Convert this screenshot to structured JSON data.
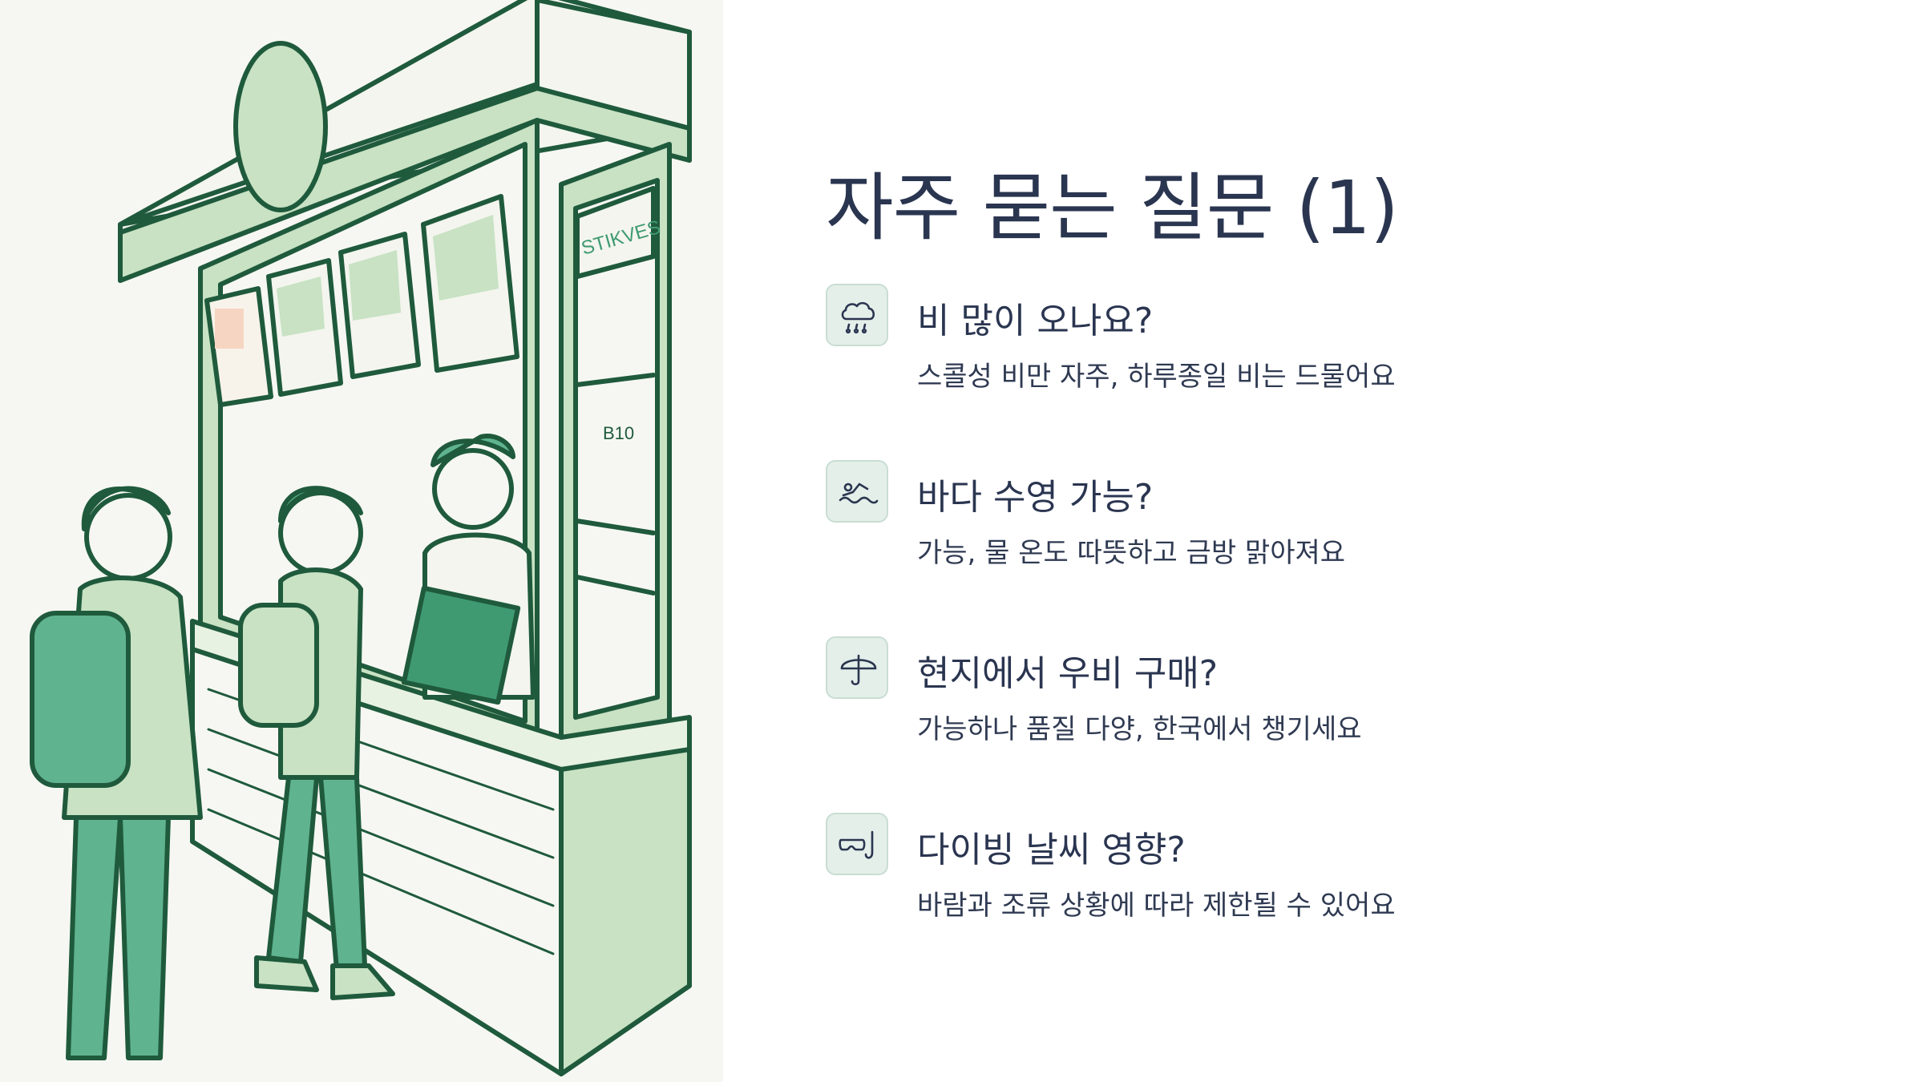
{
  "slide": {
    "title": "자주 묻는 질문 (1)"
  },
  "illustration": {
    "sign_text": "STIKVES",
    "board_text": "B10"
  },
  "faq": [
    {
      "icon": "rain-cloud-icon",
      "question": "비 많이 오나요?",
      "answer": "스콜성 비만 자주, 하루종일 비는 드물어요"
    },
    {
      "icon": "swimming-icon",
      "question": "바다 수영 가능?",
      "answer": "가능, 물 온도 따뜻하고 금방 맑아져요"
    },
    {
      "icon": "umbrella-icon",
      "question": "현지에서 우비 구매?",
      "answer": "가능하나 품질 다양, 한국에서 챙기세요"
    },
    {
      "icon": "snorkel-mask-icon",
      "question": "다이빙 날씨 영향?",
      "answer": "바람과 조류 상황에 따라 제한될 수 있어요"
    }
  ],
  "colors": {
    "text": "#2a3550",
    "icon_bg": "#e4efea",
    "green_dark": "#1f5a3c",
    "green_mid": "#5fb38f",
    "green_light": "#c8e2c3",
    "illus_bg": "#f6f7f2"
  }
}
